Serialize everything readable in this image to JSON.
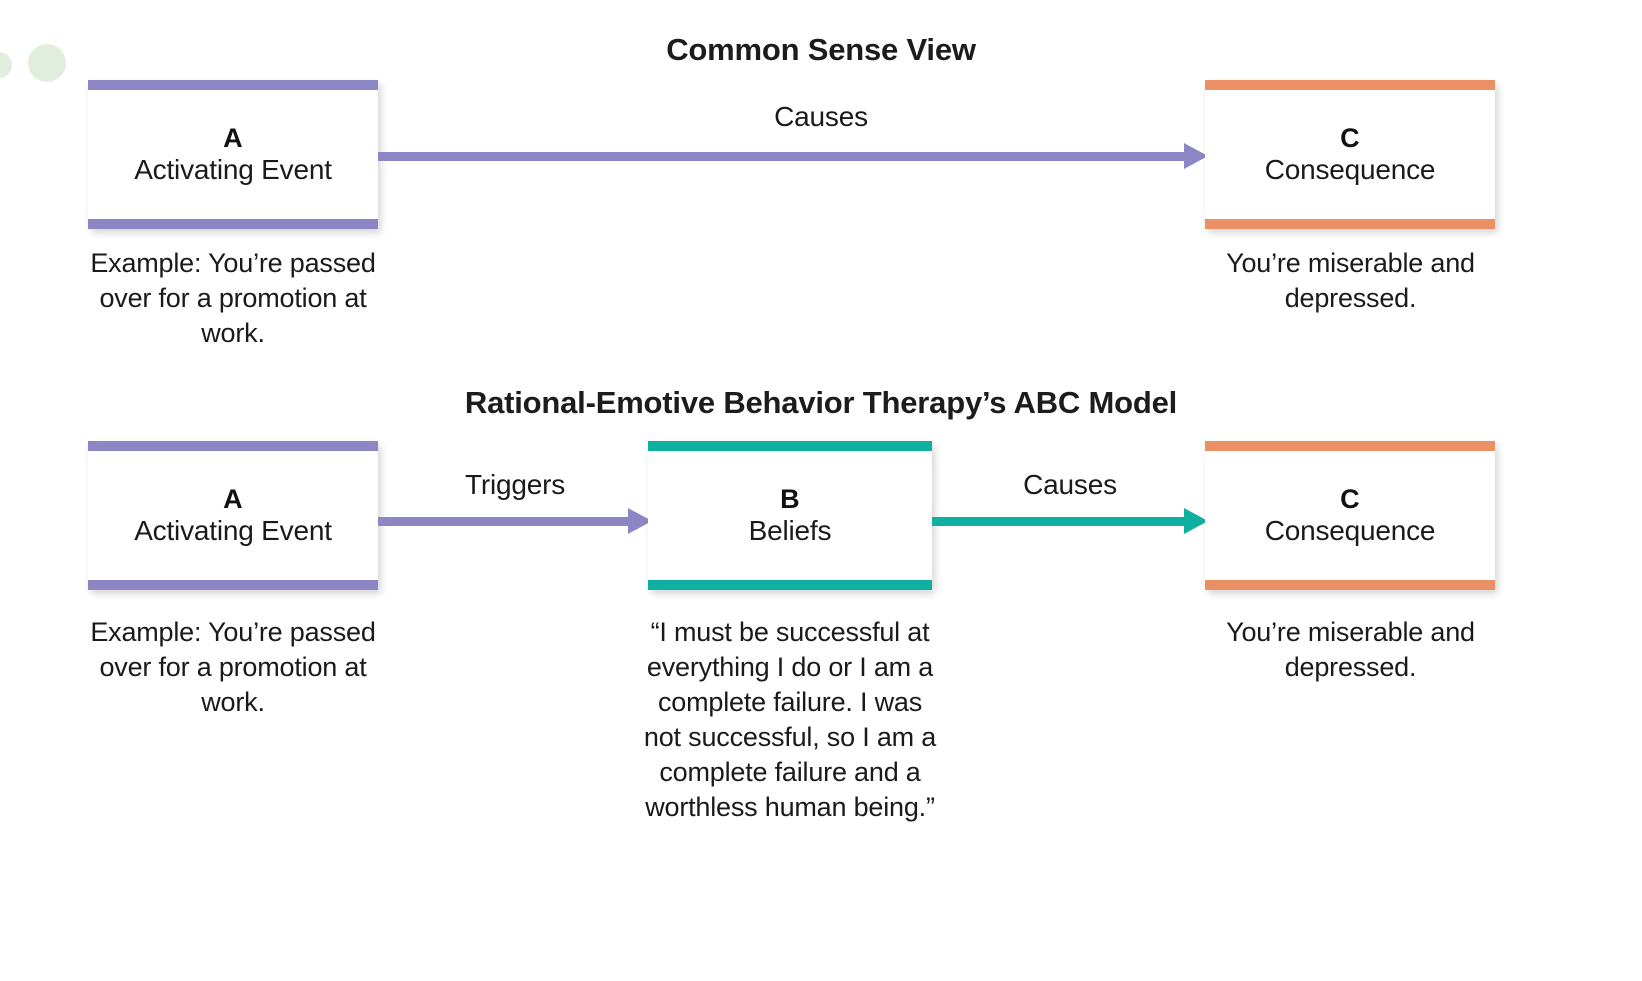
{
  "decor": {
    "circle_color": "#e2eedd",
    "circles": [
      "small-circle",
      "large-circle"
    ]
  },
  "colors": {
    "purple": "#8c87c4",
    "orange": "#eb8f64",
    "teal": "#10b0a0",
    "text": "#1a1a1a",
    "background": "#ffffff"
  },
  "sections": {
    "common_sense": {
      "title": "Common Sense View",
      "nodes": {
        "a": {
          "letter": "A",
          "name": "Activating Event",
          "caption": "Example: You’re passed over for a promotion at work.",
          "accent": "#8c87c4"
        },
        "c": {
          "letter": "C",
          "name": "Consequence",
          "caption": "You’re miserable and depressed.",
          "accent": "#eb8f64"
        }
      },
      "arrows": [
        {
          "label": "Causes",
          "from": "A",
          "to": "C",
          "color": "#8c87c4"
        }
      ]
    },
    "abc_model": {
      "title": "Rational-Emotive Behavior Therapy’s ABC Model",
      "nodes": {
        "a": {
          "letter": "A",
          "name": "Activating Event",
          "caption": "Example: You’re passed over for a promotion at work.",
          "accent": "#8c87c4"
        },
        "b": {
          "letter": "B",
          "name": "Beliefs",
          "caption": "“I must be successful at everything I do or I am a complete failure. I was not successful, so I am a complete failure and a worthless human being.”",
          "accent": "#10b0a0"
        },
        "c": {
          "letter": "C",
          "name": "Consequence",
          "caption": "You’re miserable and depressed.",
          "accent": "#eb8f64"
        }
      },
      "arrows": [
        {
          "label": "Triggers",
          "from": "A",
          "to": "B",
          "color": "#8c87c4"
        },
        {
          "label": "Causes",
          "from": "B",
          "to": "C",
          "color": "#10b0a0"
        }
      ]
    }
  }
}
